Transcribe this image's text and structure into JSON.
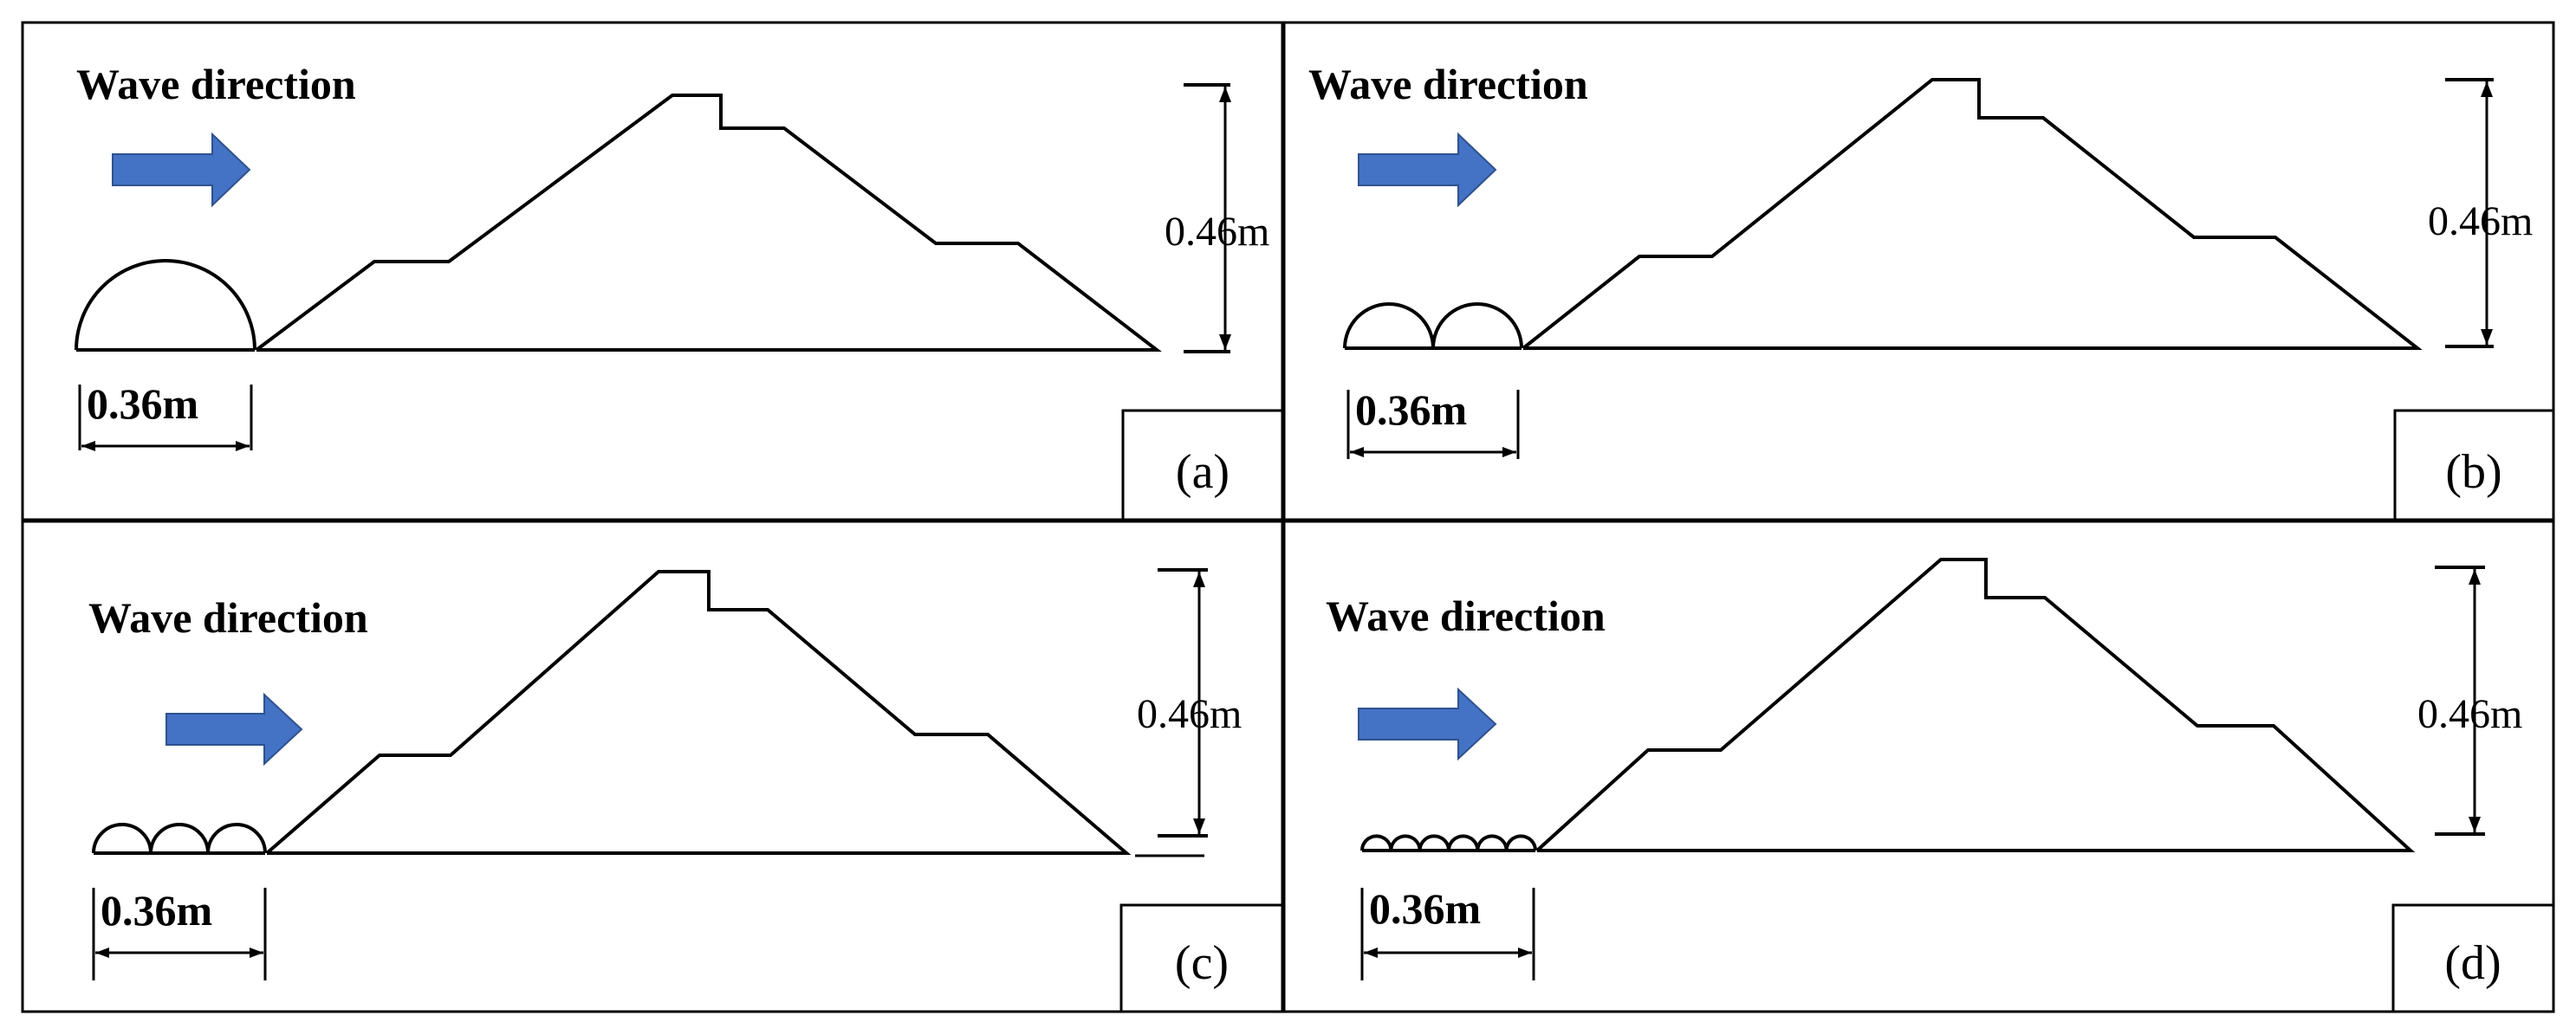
{
  "panels": [
    {
      "label": "(a)",
      "wave_label": "Wave direction",
      "width_label": "0.36m",
      "height_label": "0.46m",
      "arc_count": 1
    },
    {
      "label": "(b)",
      "wave_label": "Wave direction",
      "width_label": "0.36m",
      "height_label": "0.46m",
      "arc_count": 2
    },
    {
      "label": "(c)",
      "wave_label": "Wave direction",
      "width_label": "0.36m",
      "height_label": "0.46m",
      "arc_count": 3
    },
    {
      "label": "(d)",
      "wave_label": "Wave direction",
      "width_label": "0.36m",
      "height_label": "0.46m",
      "arc_count": 6
    }
  ],
  "colors": {
    "arrow_fill": "#4472c4",
    "arrow_stroke": "#2f528f",
    "line": "#000000"
  }
}
